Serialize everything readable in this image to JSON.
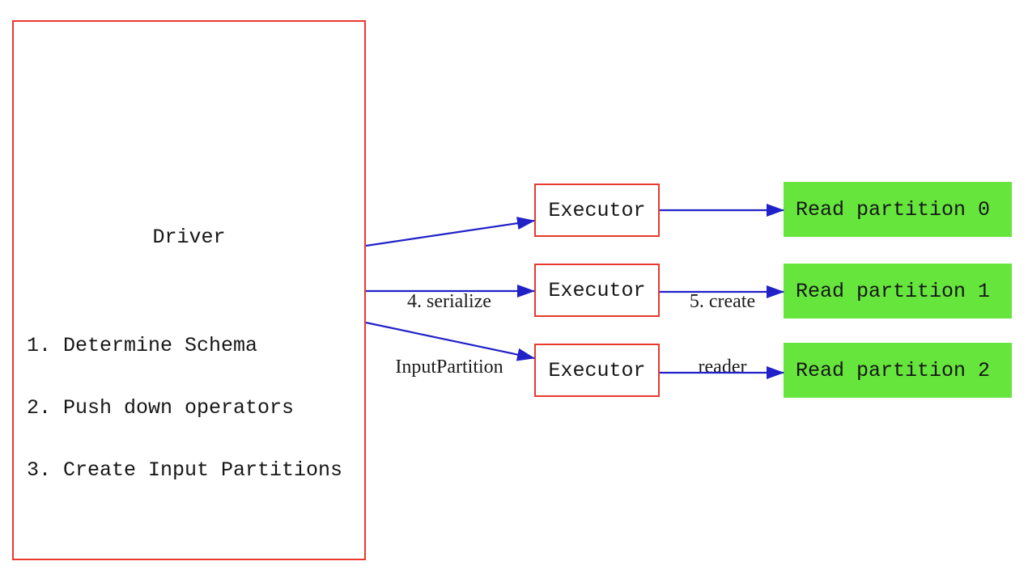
{
  "driver": {
    "title": "Driver",
    "steps": [
      "1. Determine Schema",
      "2. Push down operators",
      "3. Create Input Partitions"
    ]
  },
  "executors": [
    "Executor",
    "Executor",
    "Executor"
  ],
  "partitions": [
    "Read partition 0",
    "Read partition 1",
    "Read partition 2"
  ],
  "edge_labels": {
    "serialize_line1": "4. serialize",
    "serialize_line2": "InputPartition",
    "reader_line1": "5. create",
    "reader_line2": "reader"
  },
  "colors": {
    "box_border_red": "#e8392f",
    "arrow_blue": "#2121c8",
    "partition_green": "#66e63c",
    "text_black": "#161616",
    "background": "#ffffff"
  }
}
